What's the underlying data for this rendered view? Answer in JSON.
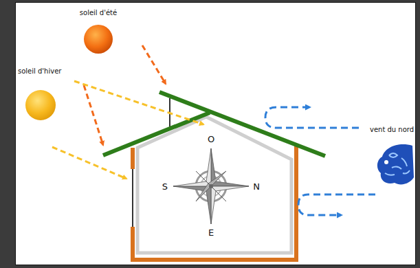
{
  "diagram": {
    "labels": [
      "soleil d'été",
      "soleil d'hiver",
      "vent du nord",
      "O",
      "S",
      "N",
      "E"
    ]
  }
}
